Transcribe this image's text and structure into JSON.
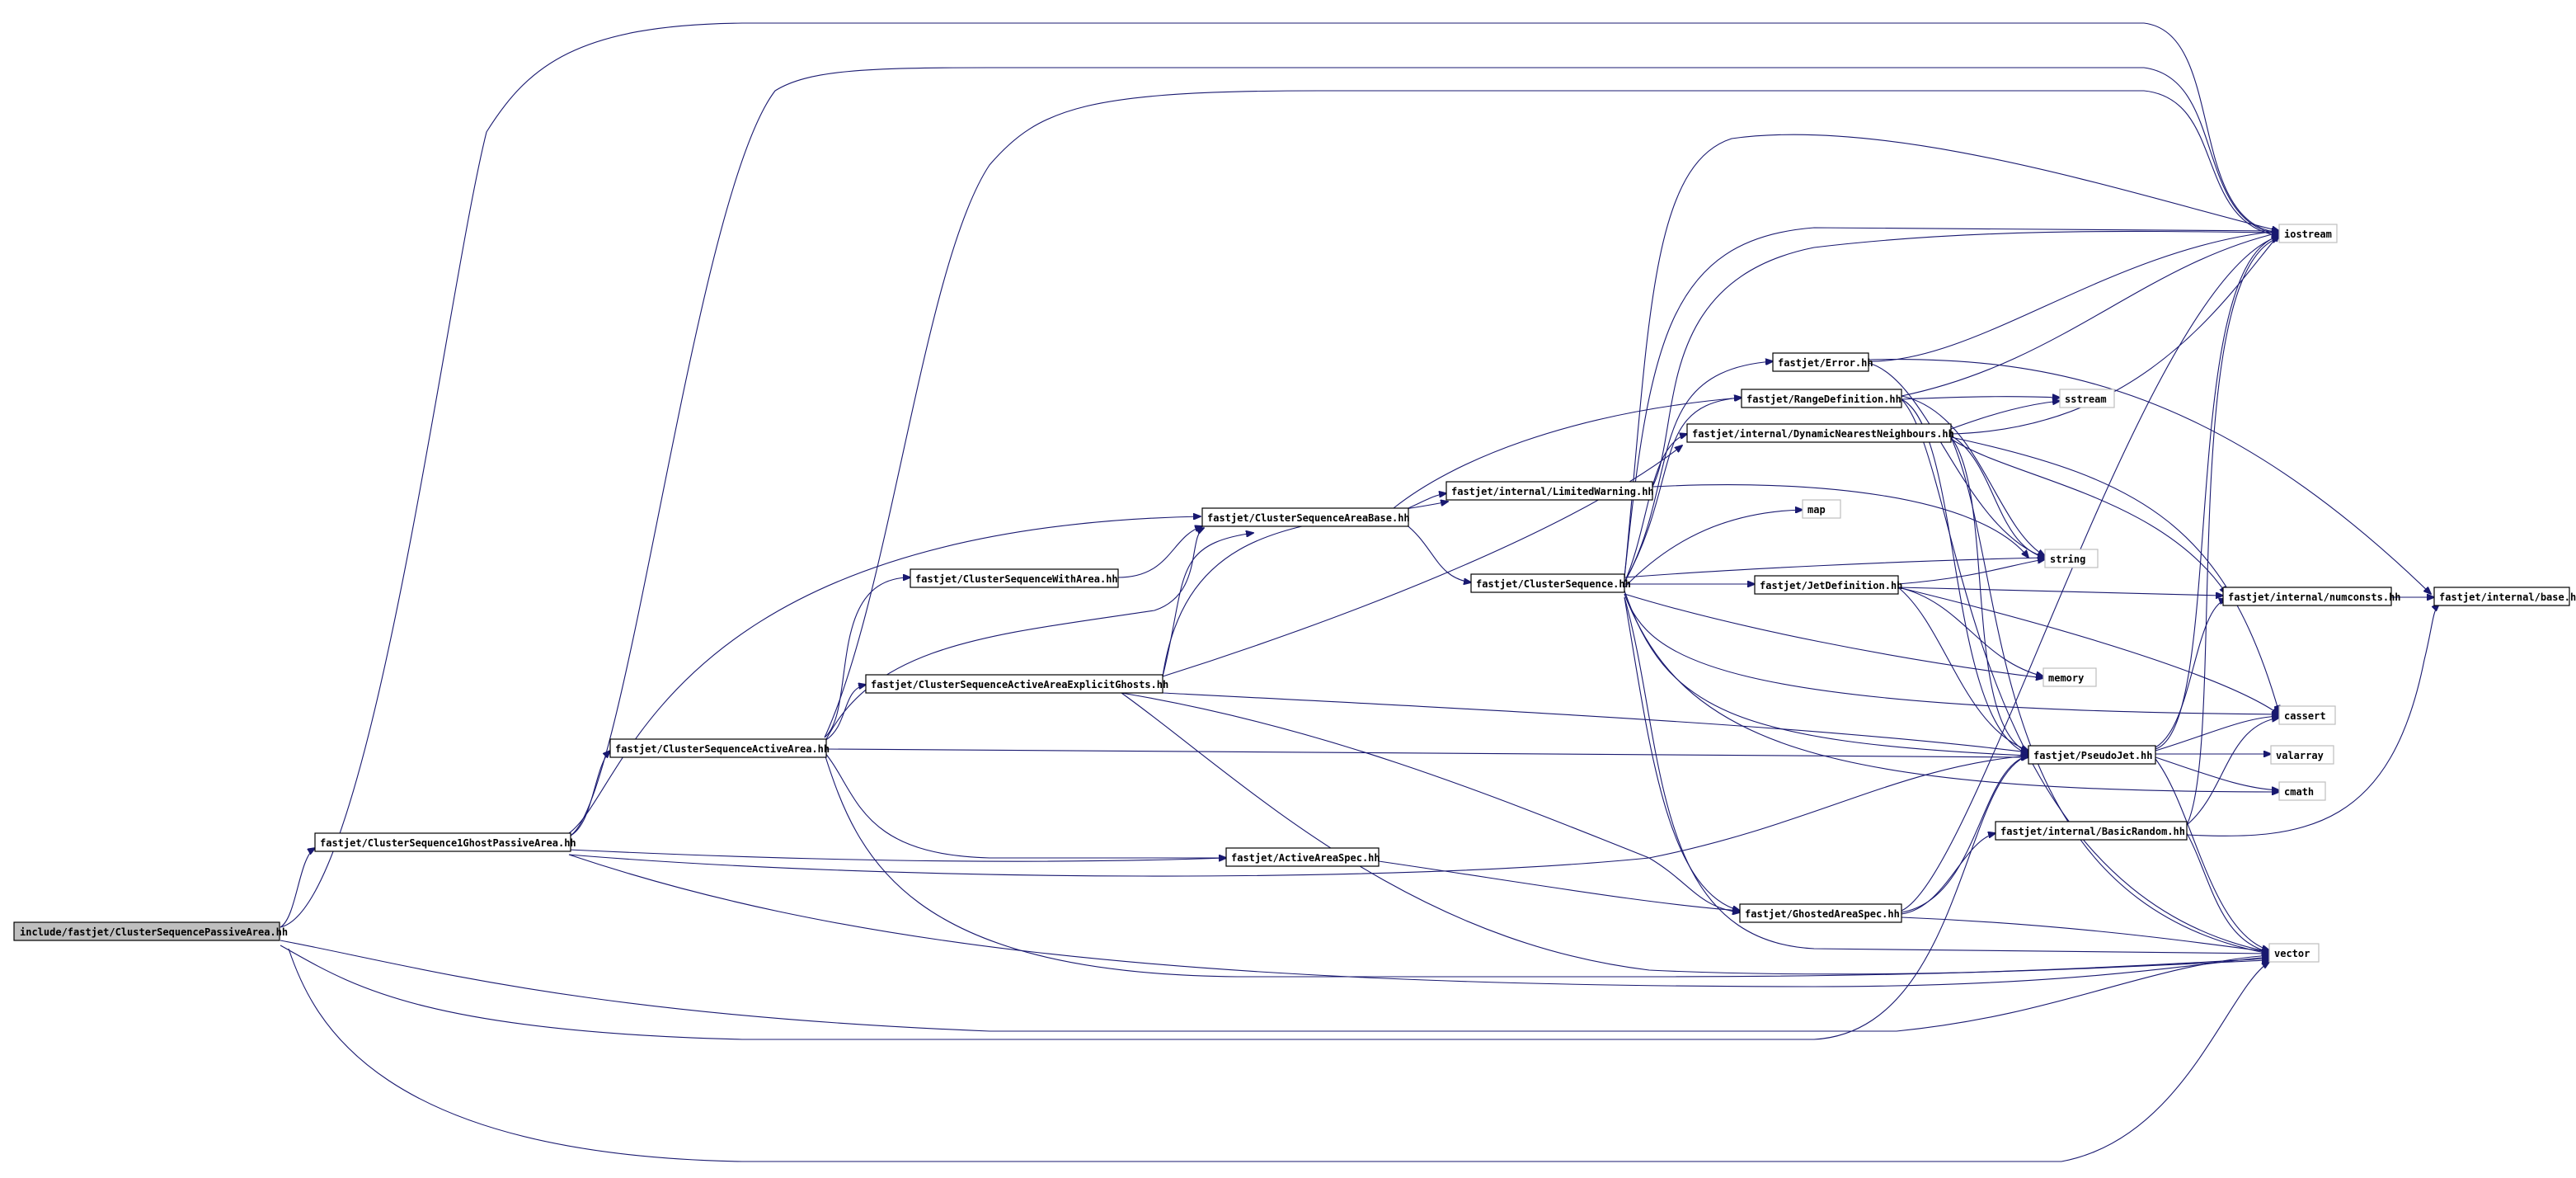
{
  "diagram_type": "include-dependency-graph",
  "colors": {
    "edge": "#191970",
    "root_fill": "#bfbfbf",
    "node_fill": "#ffffff",
    "node_border": "#000000",
    "system_border": "#bfbfbf"
  },
  "nodes": {
    "root": "include/fastjet/ClusterSequencePassiveArea.hh",
    "cs1gpa": "fastjet/ClusterSequence1GhostPassiveArea.hh",
    "csaa": "fastjet/ClusterSequenceActiveArea.hh",
    "cswa": "fastjet/ClusterSequenceWithArea.hh",
    "csaaeg": "fastjet/ClusterSequenceActiveAreaExplicitGhosts.hh",
    "csab": "fastjet/ClusterSequenceAreaBase.hh",
    "lw": "fastjet/internal/LimitedWarning.hh",
    "cs": "fastjet/ClusterSequence.hh",
    "aas": "fastjet/ActiveAreaSpec.hh",
    "err": "fastjet/Error.hh",
    "rd": "fastjet/RangeDefinition.hh",
    "dnn": "fastjet/internal/DynamicNearestNeighbours.hh",
    "jd": "fastjet/JetDefinition.hh",
    "gas": "fastjet/GhostedAreaSpec.hh",
    "pj": "fastjet/PseudoJet.hh",
    "br": "fastjet/internal/BasicRandom.hh",
    "nc": "fastjet/internal/numconsts.hh",
    "base": "fastjet/internal/base.hh",
    "iostream": "iostream",
    "sstream": "sstream",
    "map": "map",
    "string": "string",
    "memory": "memory",
    "cassert": "cassert",
    "valarray": "valarray",
    "cmath": "cmath",
    "vector": "vector"
  }
}
